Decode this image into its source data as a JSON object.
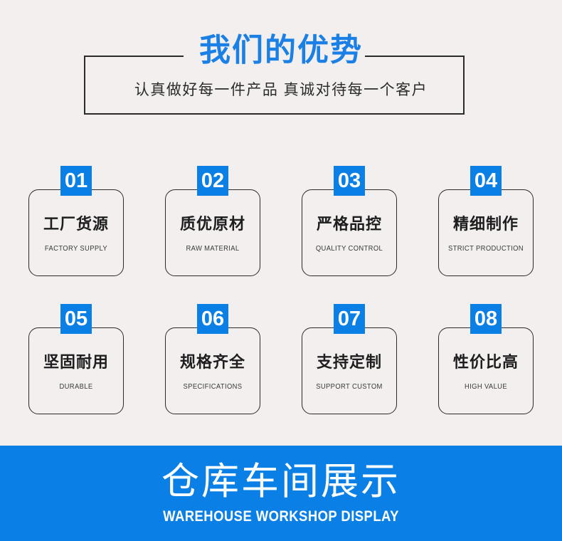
{
  "colors": {
    "background": "#f2efee",
    "accent_blue": "#0a80e6",
    "title_blue": "#1a80e5",
    "text_dark": "#1e1e1e",
    "border_dark": "#2b2b2b",
    "white": "#ffffff"
  },
  "header": {
    "title": "我们的优势",
    "subtitle": "认真做好每一件产品 真诚对待每一个客户"
  },
  "cards": [
    {
      "number": "01",
      "title_cn": "工厂货源",
      "title_en": "FACTORY SUPPLY"
    },
    {
      "number": "02",
      "title_cn": "质优原材",
      "title_en": "RAW MATERIAL"
    },
    {
      "number": "03",
      "title_cn": "严格品控",
      "title_en": "QUALITY CONTROL"
    },
    {
      "number": "04",
      "title_cn": "精细制作",
      "title_en": "STRICT PRODUCTION"
    },
    {
      "number": "05",
      "title_cn": "坚固耐用",
      "title_en": "DURABLE"
    },
    {
      "number": "06",
      "title_cn": "规格齐全",
      "title_en": "SPECIFICATIONS"
    },
    {
      "number": "07",
      "title_cn": "支持定制",
      "title_en": "SUPPORT CUSTOM"
    },
    {
      "number": "08",
      "title_cn": "性价比高",
      "title_en": "HIGH VALUE"
    }
  ],
  "banner": {
    "title": "仓库车间展示",
    "subtitle": "WAREHOUSE WORKSHOP DISPLAY"
  }
}
